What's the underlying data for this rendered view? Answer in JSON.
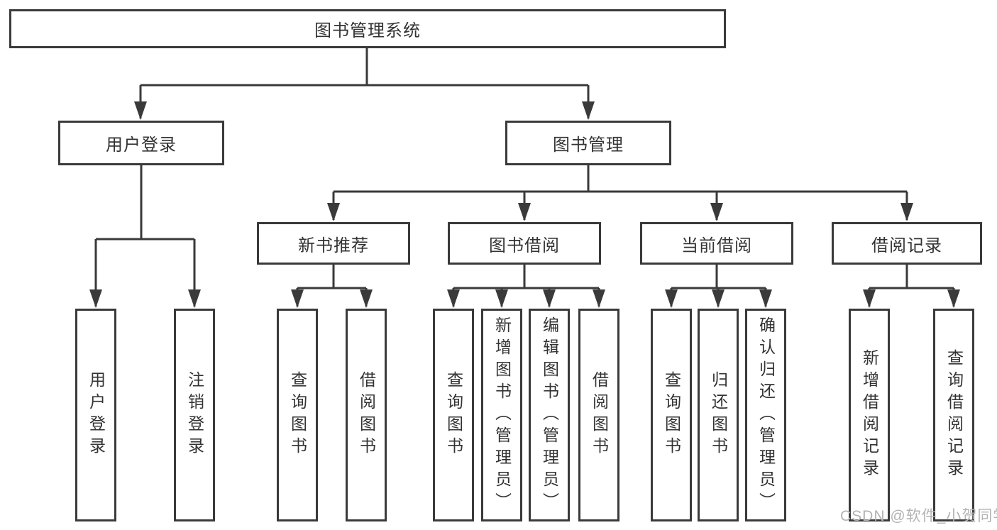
{
  "tree": {
    "root": {
      "label": "图书管理系统",
      "children": [
        {
          "label": "用户登录",
          "children": [
            {
              "label": "用户登录"
            },
            {
              "label": "注销登录"
            }
          ]
        },
        {
          "label": "图书管理",
          "children": [
            {
              "label": "新书推荐",
              "children": [
                {
                  "label": "查询图书"
                },
                {
                  "label": "借阅图书"
                }
              ]
            },
            {
              "label": "图书借阅",
              "children": [
                {
                  "label": "查询图书"
                },
                {
                  "label": "新增图书（管理员）"
                },
                {
                  "label": "编辑图书（管理员）"
                },
                {
                  "label": "借阅图书"
                }
              ]
            },
            {
              "label": "当前借阅",
              "children": [
                {
                  "label": "查询图书"
                },
                {
                  "label": "归还图书"
                },
                {
                  "label": "确认归还（管理员）"
                }
              ]
            },
            {
              "label": "借阅记录",
              "children": [
                {
                  "label": "新增借阅记录"
                },
                {
                  "label": "查询借阅记录"
                }
              ]
            }
          ]
        }
      ]
    }
  },
  "watermark": {
    "text": "CSDN @软件_小贺同学"
  },
  "colors": {
    "line": "#3a3a3a",
    "text": "#333333",
    "watermark": "#b3b3b3"
  }
}
